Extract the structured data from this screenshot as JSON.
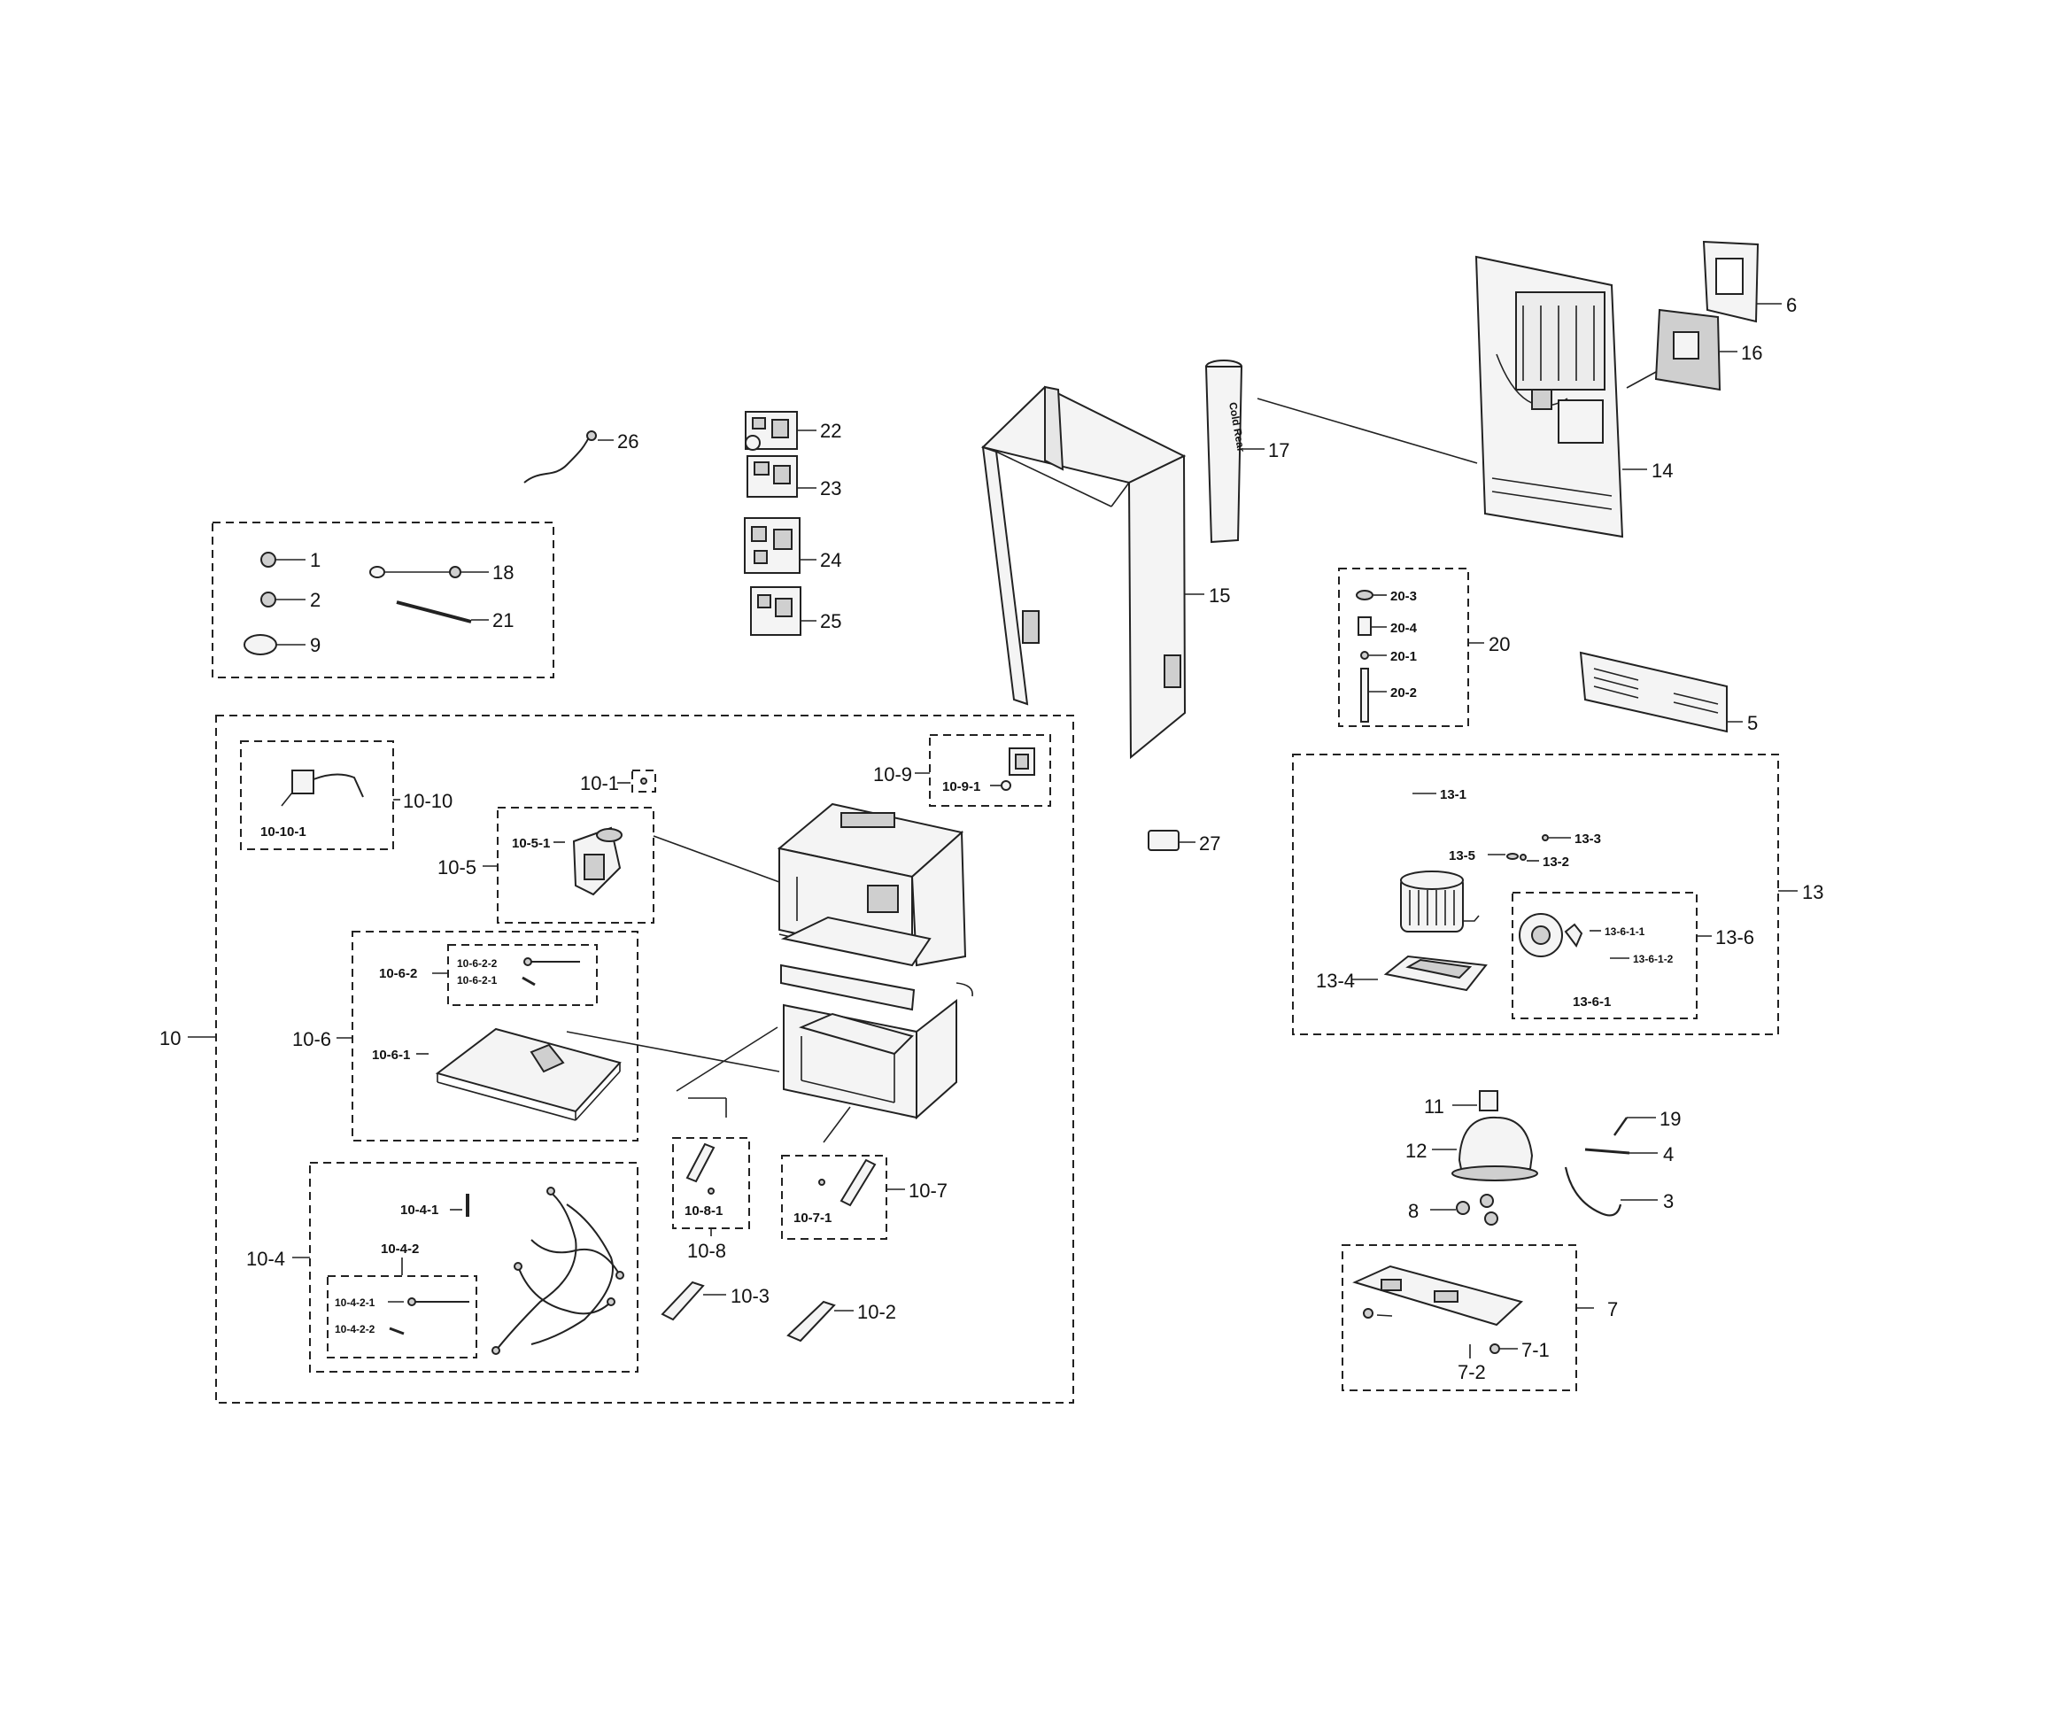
{
  "callouts": {
    "c1": "1",
    "c2": "2",
    "c3": "3",
    "c4": "4",
    "c5": "5",
    "c6": "6",
    "c7": "7",
    "c7_1": "7-1",
    "c7_2": "7-2",
    "c8": "8",
    "c9": "9",
    "c10": "10",
    "c10_1": "10-1",
    "c10_2": "10-2",
    "c10_3": "10-3",
    "c10_4": "10-4",
    "c10_4_1": "10-4-1",
    "c10_4_2": "10-4-2",
    "c10_4_2_1": "10-4-2-1",
    "c10_4_2_2": "10-4-2-2",
    "c10_5": "10-5",
    "c10_5_1": "10-5-1",
    "c10_6": "10-6",
    "c10_6_1": "10-6-1",
    "c10_6_2": "10-6-2",
    "c10_6_2_1": "10-6-2-1",
    "c10_6_2_2": "10-6-2-2",
    "c10_7": "10-7",
    "c10_7_1": "10-7-1",
    "c10_8": "10-8",
    "c10_8_1": "10-8-1",
    "c10_9": "10-9",
    "c10_9_1": "10-9-1",
    "c10_10": "10-10",
    "c10_10_1": "10-10-1",
    "c11": "11",
    "c12": "12",
    "c13": "13",
    "c13_1": "13-1",
    "c13_2": "13-2",
    "c13_3": "13-3",
    "c13_4": "13-4",
    "c13_5": "13-5",
    "c13_6": "13-6",
    "c13_6_1": "13-6-1",
    "c13_6_1_1": "13-6-1-1",
    "c13_6_1_2": "13-6-1-2",
    "c14": "14",
    "c15": "15",
    "c16": "16",
    "c17": "17",
    "c18": "18",
    "c19": "19",
    "c20": "20",
    "c20_1": "20-1",
    "c20_2": "20-2",
    "c20_3": "20-3",
    "c20_4": "20-4",
    "c21": "21",
    "c22": "22",
    "c23": "23",
    "c24": "24",
    "c25": "25",
    "c26": "26",
    "c27": "27"
  },
  "duct_text": "Cold Rear"
}
